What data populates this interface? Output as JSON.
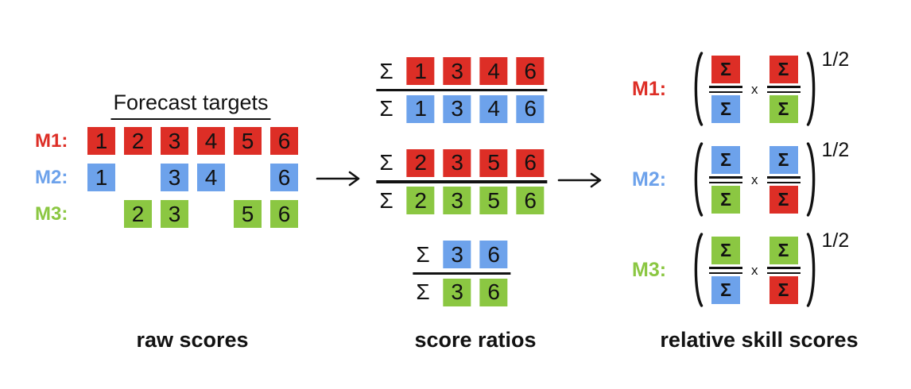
{
  "colors": {
    "red": "#DD2E26",
    "blue": "#6DA2EB",
    "green": "#8BC742",
    "text": "#121212",
    "background": "#FFFFFF"
  },
  "icons": {
    "arrow_right": "long-right-arrow",
    "open_paren": "(",
    "close_paren": ")"
  },
  "raw_scores": {
    "heading": "Forecast targets",
    "caption": "raw scores",
    "rows": [
      {
        "label": "M1:",
        "color": "red",
        "cells": [
          "1",
          "2",
          "3",
          "4",
          "5",
          "6"
        ]
      },
      {
        "label": "M2:",
        "color": "blue",
        "cells": [
          "1",
          "",
          "3",
          "4",
          "",
          "6"
        ]
      },
      {
        "label": "M3:",
        "color": "green",
        "cells": [
          "",
          "2",
          "3",
          "",
          "5",
          "6"
        ]
      }
    ]
  },
  "score_ratios": {
    "sigma": "Σ",
    "caption": "score ratios",
    "fractions": [
      {
        "numerator": {
          "color": "red",
          "values": [
            "1",
            "3",
            "4",
            "6"
          ]
        },
        "denominator": {
          "color": "blue",
          "values": [
            "1",
            "3",
            "4",
            "6"
          ]
        }
      },
      {
        "numerator": {
          "color": "red",
          "values": [
            "2",
            "3",
            "5",
            "6"
          ]
        },
        "denominator": {
          "color": "green",
          "values": [
            "2",
            "3",
            "5",
            "6"
          ]
        }
      },
      {
        "numerator": {
          "color": "blue",
          "values": [
            "3",
            "6"
          ]
        },
        "denominator": {
          "color": "green",
          "values": [
            "3",
            "6"
          ]
        }
      }
    ]
  },
  "relative_skill_scores": {
    "sigma": "Σ",
    "multiply": "x",
    "exponent": "1/2",
    "caption": "relative skill scores",
    "rows": [
      {
        "label": "M1:",
        "label_color": "red",
        "fractions": [
          {
            "num": "red",
            "den": "blue"
          },
          {
            "num": "red",
            "den": "green"
          }
        ]
      },
      {
        "label": "M2:",
        "label_color": "blue",
        "fractions": [
          {
            "num": "blue",
            "den": "green"
          },
          {
            "num": "blue",
            "den": "red"
          }
        ]
      },
      {
        "label": "M3:",
        "label_color": "green",
        "fractions": [
          {
            "num": "green",
            "den": "blue"
          },
          {
            "num": "green",
            "den": "red"
          }
        ]
      }
    ]
  }
}
